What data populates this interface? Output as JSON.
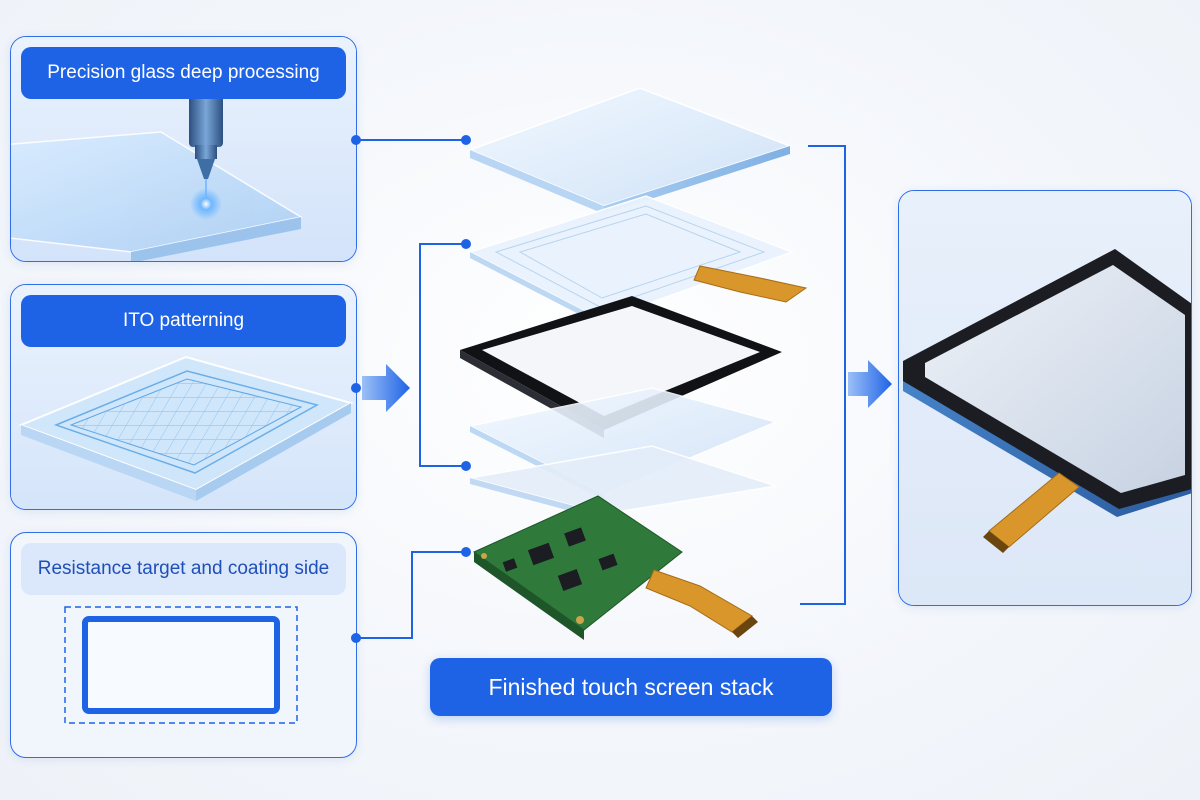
{
  "steps": [
    {
      "label": "Precision glass deep processing"
    },
    {
      "label": "ITO patterning"
    },
    {
      "label": "Resistance target and coating side"
    }
  ],
  "finished": {
    "label": "Finished touch screen stack"
  },
  "colors": {
    "accent": "#1e63e6",
    "card_border": "#2f6ee8",
    "card_bg": "#eef4fd",
    "connector": "#1e63e6",
    "pcb_green": "#2f7a3a",
    "flex_cable": "#d9962a"
  },
  "icons": [
    "laser-nozzle-icon",
    "flow-arrow-icon",
    "connector-dot-icon"
  ]
}
